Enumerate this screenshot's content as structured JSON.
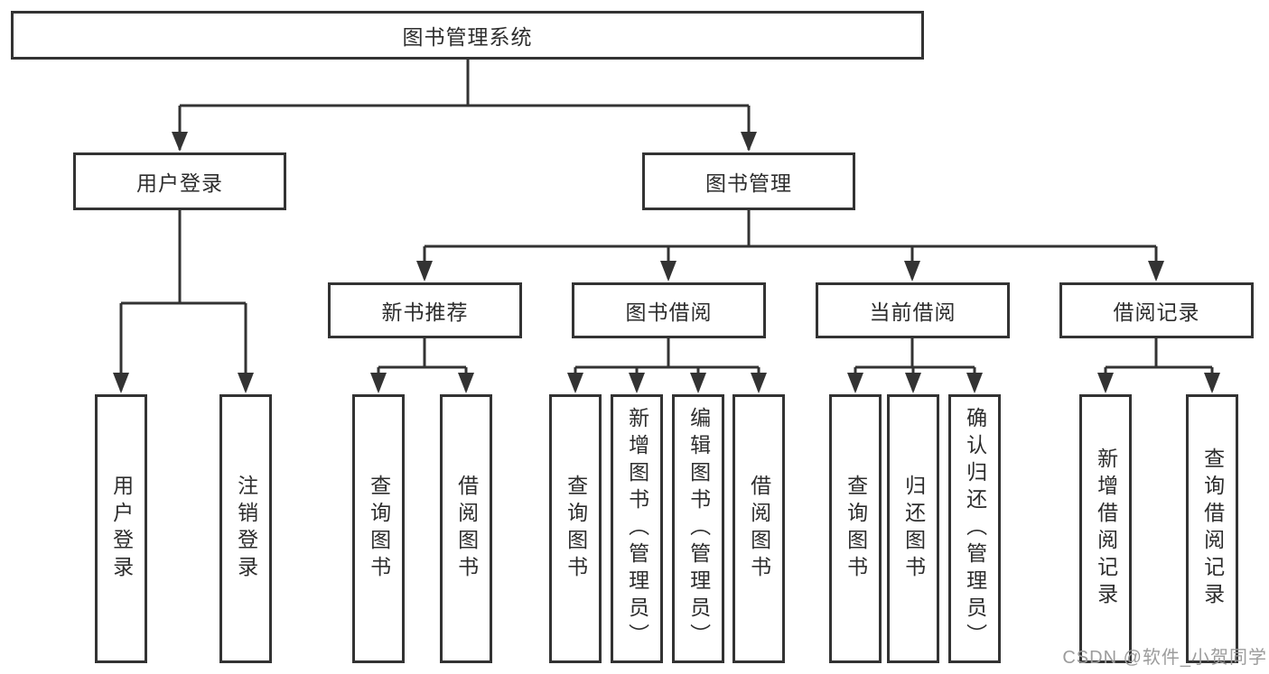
{
  "colors": {
    "background": "#ffffff",
    "line": "#333333",
    "box_border": "#333333",
    "text": "#2d2d2d",
    "watermark": "#9c9c9c"
  },
  "watermark": {
    "text": "CSDN @软件_小贺同学"
  },
  "diagram": {
    "root": {
      "label": "图书管理系统"
    },
    "branches": [
      {
        "label": "用户登录",
        "leaves": [
          {
            "label": "用户登录"
          },
          {
            "label": "注销登录"
          }
        ]
      },
      {
        "label": "图书管理",
        "groups": [
          {
            "label": "新书推荐",
            "leaves": [
              {
                "label": "查询图书"
              },
              {
                "label": "借阅图书"
              }
            ]
          },
          {
            "label": "图书借阅",
            "leaves": [
              {
                "label": "查询图书"
              },
              {
                "label": "新增图书（管理员）"
              },
              {
                "label": "编辑图书（管理员）"
              },
              {
                "label": "借阅图书"
              }
            ]
          },
          {
            "label": "当前借阅",
            "leaves": [
              {
                "label": "查询图书"
              },
              {
                "label": "归还图书"
              },
              {
                "label": "确认归还（管理员）"
              }
            ]
          },
          {
            "label": "借阅记录",
            "leaves": [
              {
                "label": "新增借阅记录"
              },
              {
                "label": "查询借阅记录"
              }
            ]
          }
        ]
      }
    ]
  }
}
